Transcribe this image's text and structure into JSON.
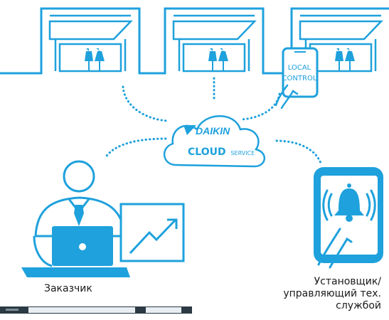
{
  "colors": {
    "accent": "#1ea1dc",
    "dark": "#1a1a1a",
    "white": "#ffffff"
  },
  "tablet_local": {
    "line1": "LOCAL",
    "line2": "CONTROL"
  },
  "cloud": {
    "brand": "DAIKIN",
    "service_main": "CLOUD",
    "service_sub": "SERVICE"
  },
  "labels": {
    "customer": "Заказчик",
    "installer": [
      "Установщик/",
      "управляющий тех.",
      "службой"
    ]
  },
  "icons": [
    "shop-icon",
    "mannequin-icon",
    "tablet-icon",
    "hand-icon",
    "cloud-icon",
    "daikin-logo",
    "user-icon",
    "laptop-icon",
    "chart-icon",
    "bell-icon"
  ]
}
